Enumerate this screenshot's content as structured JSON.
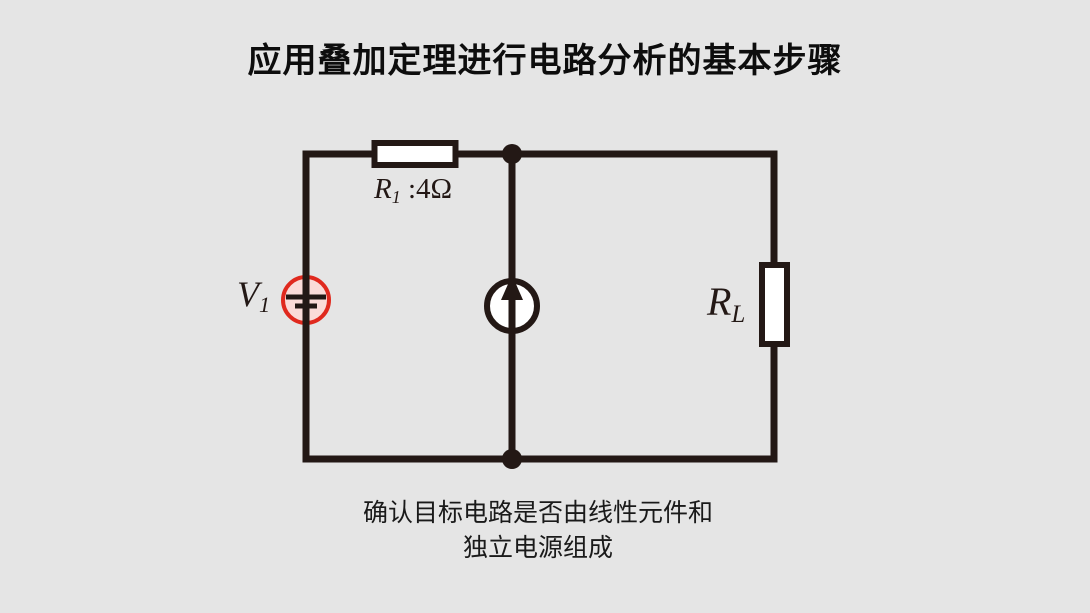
{
  "title": "应用叠加定理进行电路分析的基本步骤",
  "caption": {
    "line1": "确认目标电路是否由线性元件和",
    "line2": "独立电源组成"
  },
  "circuit": {
    "voltage_source": {
      "label_base": "V",
      "label_sub": "1"
    },
    "resistor_r1": {
      "label_base": "R",
      "label_sub": "1",
      "label_value": " :4Ω"
    },
    "load_resistor": {
      "label_base": "R",
      "label_sub": "L"
    }
  },
  "colors": {
    "background": "#e5e5e5",
    "ink": "#231815",
    "voltage_source_ring": "#e0291e",
    "voltage_source_fill": "#fadbd8",
    "component_fill": "#ffffff"
  }
}
